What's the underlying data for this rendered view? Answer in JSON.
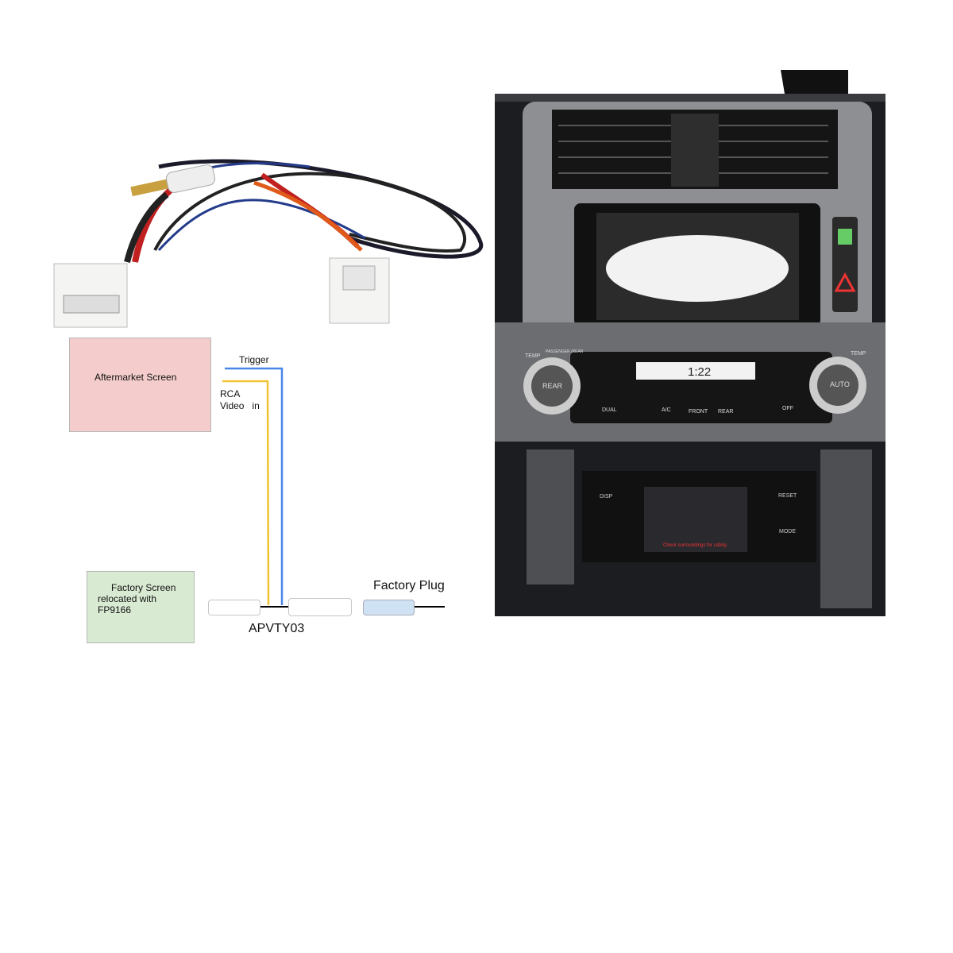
{
  "diagram": {
    "aftermarket_screen": {
      "label": "Aftermarket Screen",
      "color": "#f4cccc"
    },
    "trigger_label": "Trigger",
    "rca_label_line1": "RCA",
    "rca_label_line2": "Video   in",
    "factory_screen": {
      "line1": "Factory Screen",
      "line2": "relocated with",
      "line3": "FP9166",
      "color": "#d9ead3"
    },
    "harness_label": "APVTY03",
    "factory_plug": {
      "label": "Factory Plug",
      "color": "#cfe2f3"
    },
    "trigger_wire_color": "#4a86e8",
    "video_wire_color": "#f1c232"
  },
  "dashboard_photo": {
    "rear_knob": "REAR",
    "auto_knob": "AUTO",
    "temp_left": "TEMP",
    "temp_right": "TEMP",
    "passenger_rear": "PASSENGER /REAR",
    "climate_display": "1:22",
    "buttons": [
      "DUAL",
      "A/C",
      "FRONT",
      "REAR",
      "OFF"
    ],
    "disp": "DISP",
    "reset": "RESET",
    "mode": "MODE",
    "warning": "Check surroundings for safety."
  }
}
